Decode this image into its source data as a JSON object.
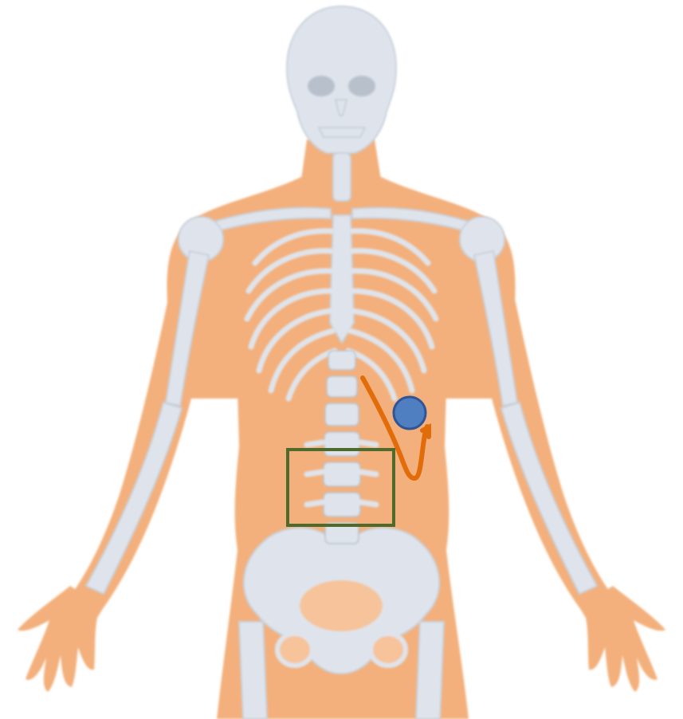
{
  "figure": {
    "subject": "anterior-human-skeleton-over-body-silhouette",
    "colors": {
      "skin": "#f3b07c",
      "skin_light": "#f6c39a",
      "bone": "#dfe4ec",
      "bone_shade": "#c9d0db",
      "bone_line": "#b8c0cc",
      "lead_wire": "#e36c0a",
      "device_fill": "#4f7fc1",
      "device_stroke": "#2f5597",
      "region_box": "#4e6b2b"
    },
    "markers": [
      {
        "id": "implanted-pulse-generator",
        "shape": "circle",
        "icon": "device-circle"
      },
      {
        "id": "lead-wire",
        "shape": "curve",
        "icon": "wire-line"
      },
      {
        "id": "lumbar-target-region",
        "shape": "rectangle",
        "icon": "box-outline"
      }
    ]
  }
}
